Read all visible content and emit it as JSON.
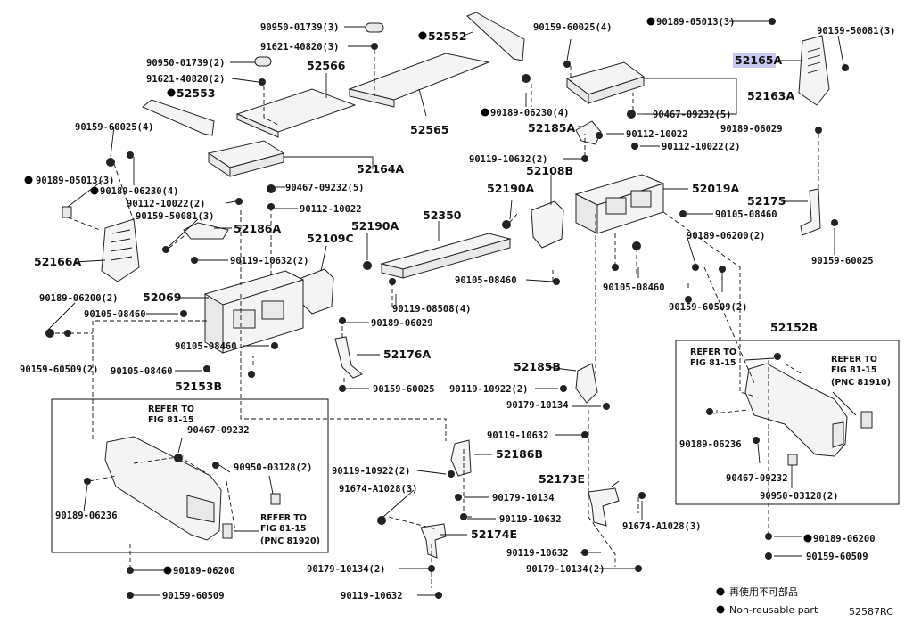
{
  "labels": {
    "p_90950_01739_3": "90950-01739(3)",
    "p_91621_40820_3": "91621-40820(3)",
    "p_90950_01739_2": "90950-01739(2)",
    "p_91621_40820_2": "91621-40820(2)",
    "p_52552": "52552",
    "p_52566": "52566",
    "p_52553": "52553",
    "p_52565": "52565",
    "p_90159_60025_4a": "90159-60025(4)",
    "p_90189_06230_4a": "90189-06230(4)",
    "p_90189_05013_3a": "90189-05013(3)",
    "p_90159_50081_3a": "90159-50081(3)",
    "p_52165A": "52165A",
    "p_52163A": "52163A",
    "p_90467_09232_5a": "90467-09232(5)",
    "p_90189_06029_a": "90189-06029",
    "p_52185A": "52185A",
    "p_90112_10022_a": "90112-10022",
    "p_90112_10022_2a": "90112-10022(2)",
    "p_90119_10632_2a": "90119-10632(2)",
    "p_52108B": "52108B",
    "p_52019A": "52019A",
    "p_52190A_a": "52190A",
    "p_90105_08460_a": "90105-08460",
    "p_52175": "52175",
    "p_90159_60025_4b": "90159-60025(4)",
    "p_90189_06230_4b": "90189-06230(4)",
    "p_90189_05013_3b": "90189-05013(3)",
    "p_52164A": "52164A",
    "p_90467_09232_5b": "90467-09232(5)",
    "p_90112_10022_2b": "90112-10022(2)",
    "p_90112_10022_b": "90112-10022",
    "p_90159_50081_3b": "90159-50081(3)",
    "p_52186A": "52186A",
    "p_52350": "52350",
    "p_52109C": "52109C",
    "p_52190A_b": "52190A",
    "p_52166A": "52166A",
    "p_90119_10632_2b": "90119-10632(2)",
    "p_90189_06200_2a": "90189-06200(2)",
    "p_90159_60025_a": "90159-60025",
    "p_90105_08460_b": "90105-08460",
    "p_90105_08460_c": "90105-08460",
    "p_52069": "52069",
    "p_90119_08508_4": "90119-08508(4)",
    "p_90189_06200_2b": "90189-06200(2)",
    "p_90105_08460_d": "90105-08460",
    "p_90159_60509_2a": "90159-60509(2)",
    "p_90189_06029_b": "90189-06029",
    "p_52152B": "52152B",
    "p_90105_08460_e": "90105-08460",
    "p_52176A": "52176A",
    "p_90159_60509_2b": "90159-60509(2)",
    "p_90105_08460_f": "90105-08460",
    "p_52153B": "52153B",
    "p_52185B": "52185B",
    "p_90159_60025_b": "90159-60025",
    "p_90119_10922_2a": "90119-10922(2)",
    "p_90179_10134_a": "90179-10134",
    "p_90119_10632_a": "90119-10632",
    "p_52186B": "52186B",
    "p_90119_10922_2b": "90119-10922(2)",
    "p_91674_A1028_3a": "91674-A1028(3)",
    "p_90179_10134_b": "90179-10134",
    "p_52173E": "52173E",
    "p_90119_10632_b": "90119-10632",
    "p_91674_A1028_3b": "91674-A1028(3)",
    "p_52174E": "52174E",
    "p_90119_10632_c": "90119-10632",
    "p_90179_10134_2a": "90179-10134(2)",
    "p_90179_10134_2b": "90179-10134(2)",
    "p_90119_10632_d": "90119-10632",
    "p_90467_09232_a": "90467-09232",
    "p_90950_03128_2a": "90950-03128(2)",
    "p_90189_06236_a": "90189-06236",
    "p_90189_06200_a": "90189-06200",
    "p_90159_60509_a": "90159-60509",
    "p_90189_06236_b": "90189-06236",
    "p_90467_09232_b": "90467-09232",
    "p_90950_03128_2b": "90950-03128(2)",
    "p_90189_06200_b": "90189-06200",
    "p_90159_60509_b": "90159-60509"
  },
  "refer_left": {
    "line1": "REFER TO",
    "line2": "FIG 81-15"
  },
  "refer_left_bottom": {
    "line1": "REFER TO",
    "line2": "FIG 81-15",
    "pnc": "(PNC 81920)"
  },
  "refer_right_a": {
    "line1": "REFER TO",
    "line2": "FIG 81-15"
  },
  "refer_right_b": {
    "line1": "REFER TO",
    "line2": "FIG 81-15",
    "pnc": "(PNC 81910)"
  },
  "legend": {
    "jp": "再使用不可部品",
    "en": "Non-reusable part"
  },
  "diagram_code": "52587RC",
  "colors": {
    "highlight": "#c8c8f0",
    "ink": "#111111"
  }
}
